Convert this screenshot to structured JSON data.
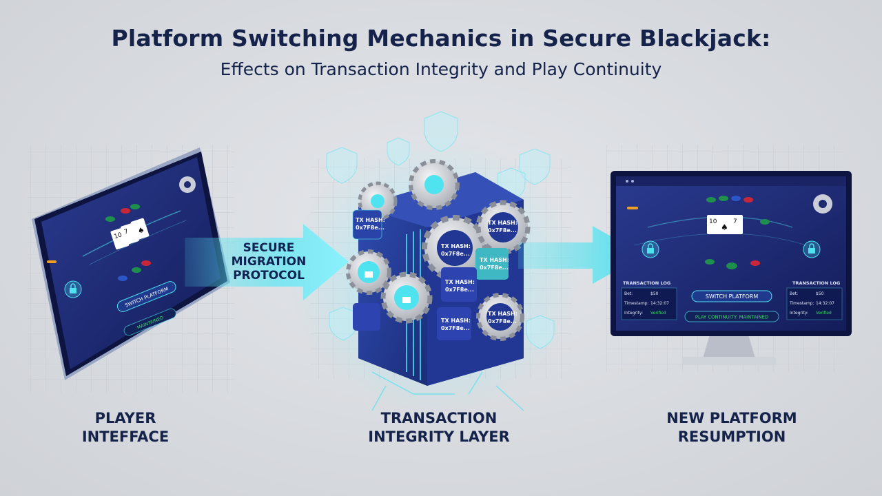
{
  "title": "Platform Switching Mechanics in Secure Blackjack:",
  "subtitle": "Effects on Transaction Integrity and Play Continuity",
  "arrow_label": [
    "SECURE",
    "MIGRATION",
    "PROTOCOL"
  ],
  "captions": {
    "left": [
      "PLAYER",
      "INTEFFACE"
    ],
    "center": [
      "TRANSACTION",
      "INTEGRITY LAYER"
    ],
    "right": [
      "NEW PLATFORM",
      "RESUMPTION"
    ]
  },
  "tablet": {
    "switch_button": "SWITCH PLATFORM",
    "status_button": "MAINTAINED",
    "cards": [
      "10",
      "7"
    ]
  },
  "cube": {
    "tx_label_1": "TX HASH:",
    "tx_label_2": "0x7F8e..."
  },
  "monitor": {
    "cards": [
      "10",
      "7"
    ],
    "switch_button": "SWITCH PLATFORM",
    "continuity_label": "PLAY CONTINUITY: MAINTAINED",
    "log_left": {
      "title": "TRANSACTION LOG",
      "rows": [
        [
          "Bet:",
          "$50"
        ],
        [
          "Timestamp:",
          "14:32:07"
        ],
        [
          "Integrity:",
          "Verified"
        ]
      ]
    },
    "log_right": {
      "title": "TRANSACTION LOG",
      "rows": [
        [
          "Bet:",
          "$50"
        ],
        [
          "Timestamp:",
          "14:32:07"
        ],
        [
          "Integrity:",
          "Verified"
        ]
      ]
    }
  },
  "colors": {
    "navy": "#15224a",
    "panel": "#1c2a6e",
    "cyan": "#4fe3f0",
    "chip_red": "#c6283a",
    "chip_green": "#1f8f4e",
    "chip_blue": "#2c56c8",
    "verified": "#3fd46a"
  }
}
